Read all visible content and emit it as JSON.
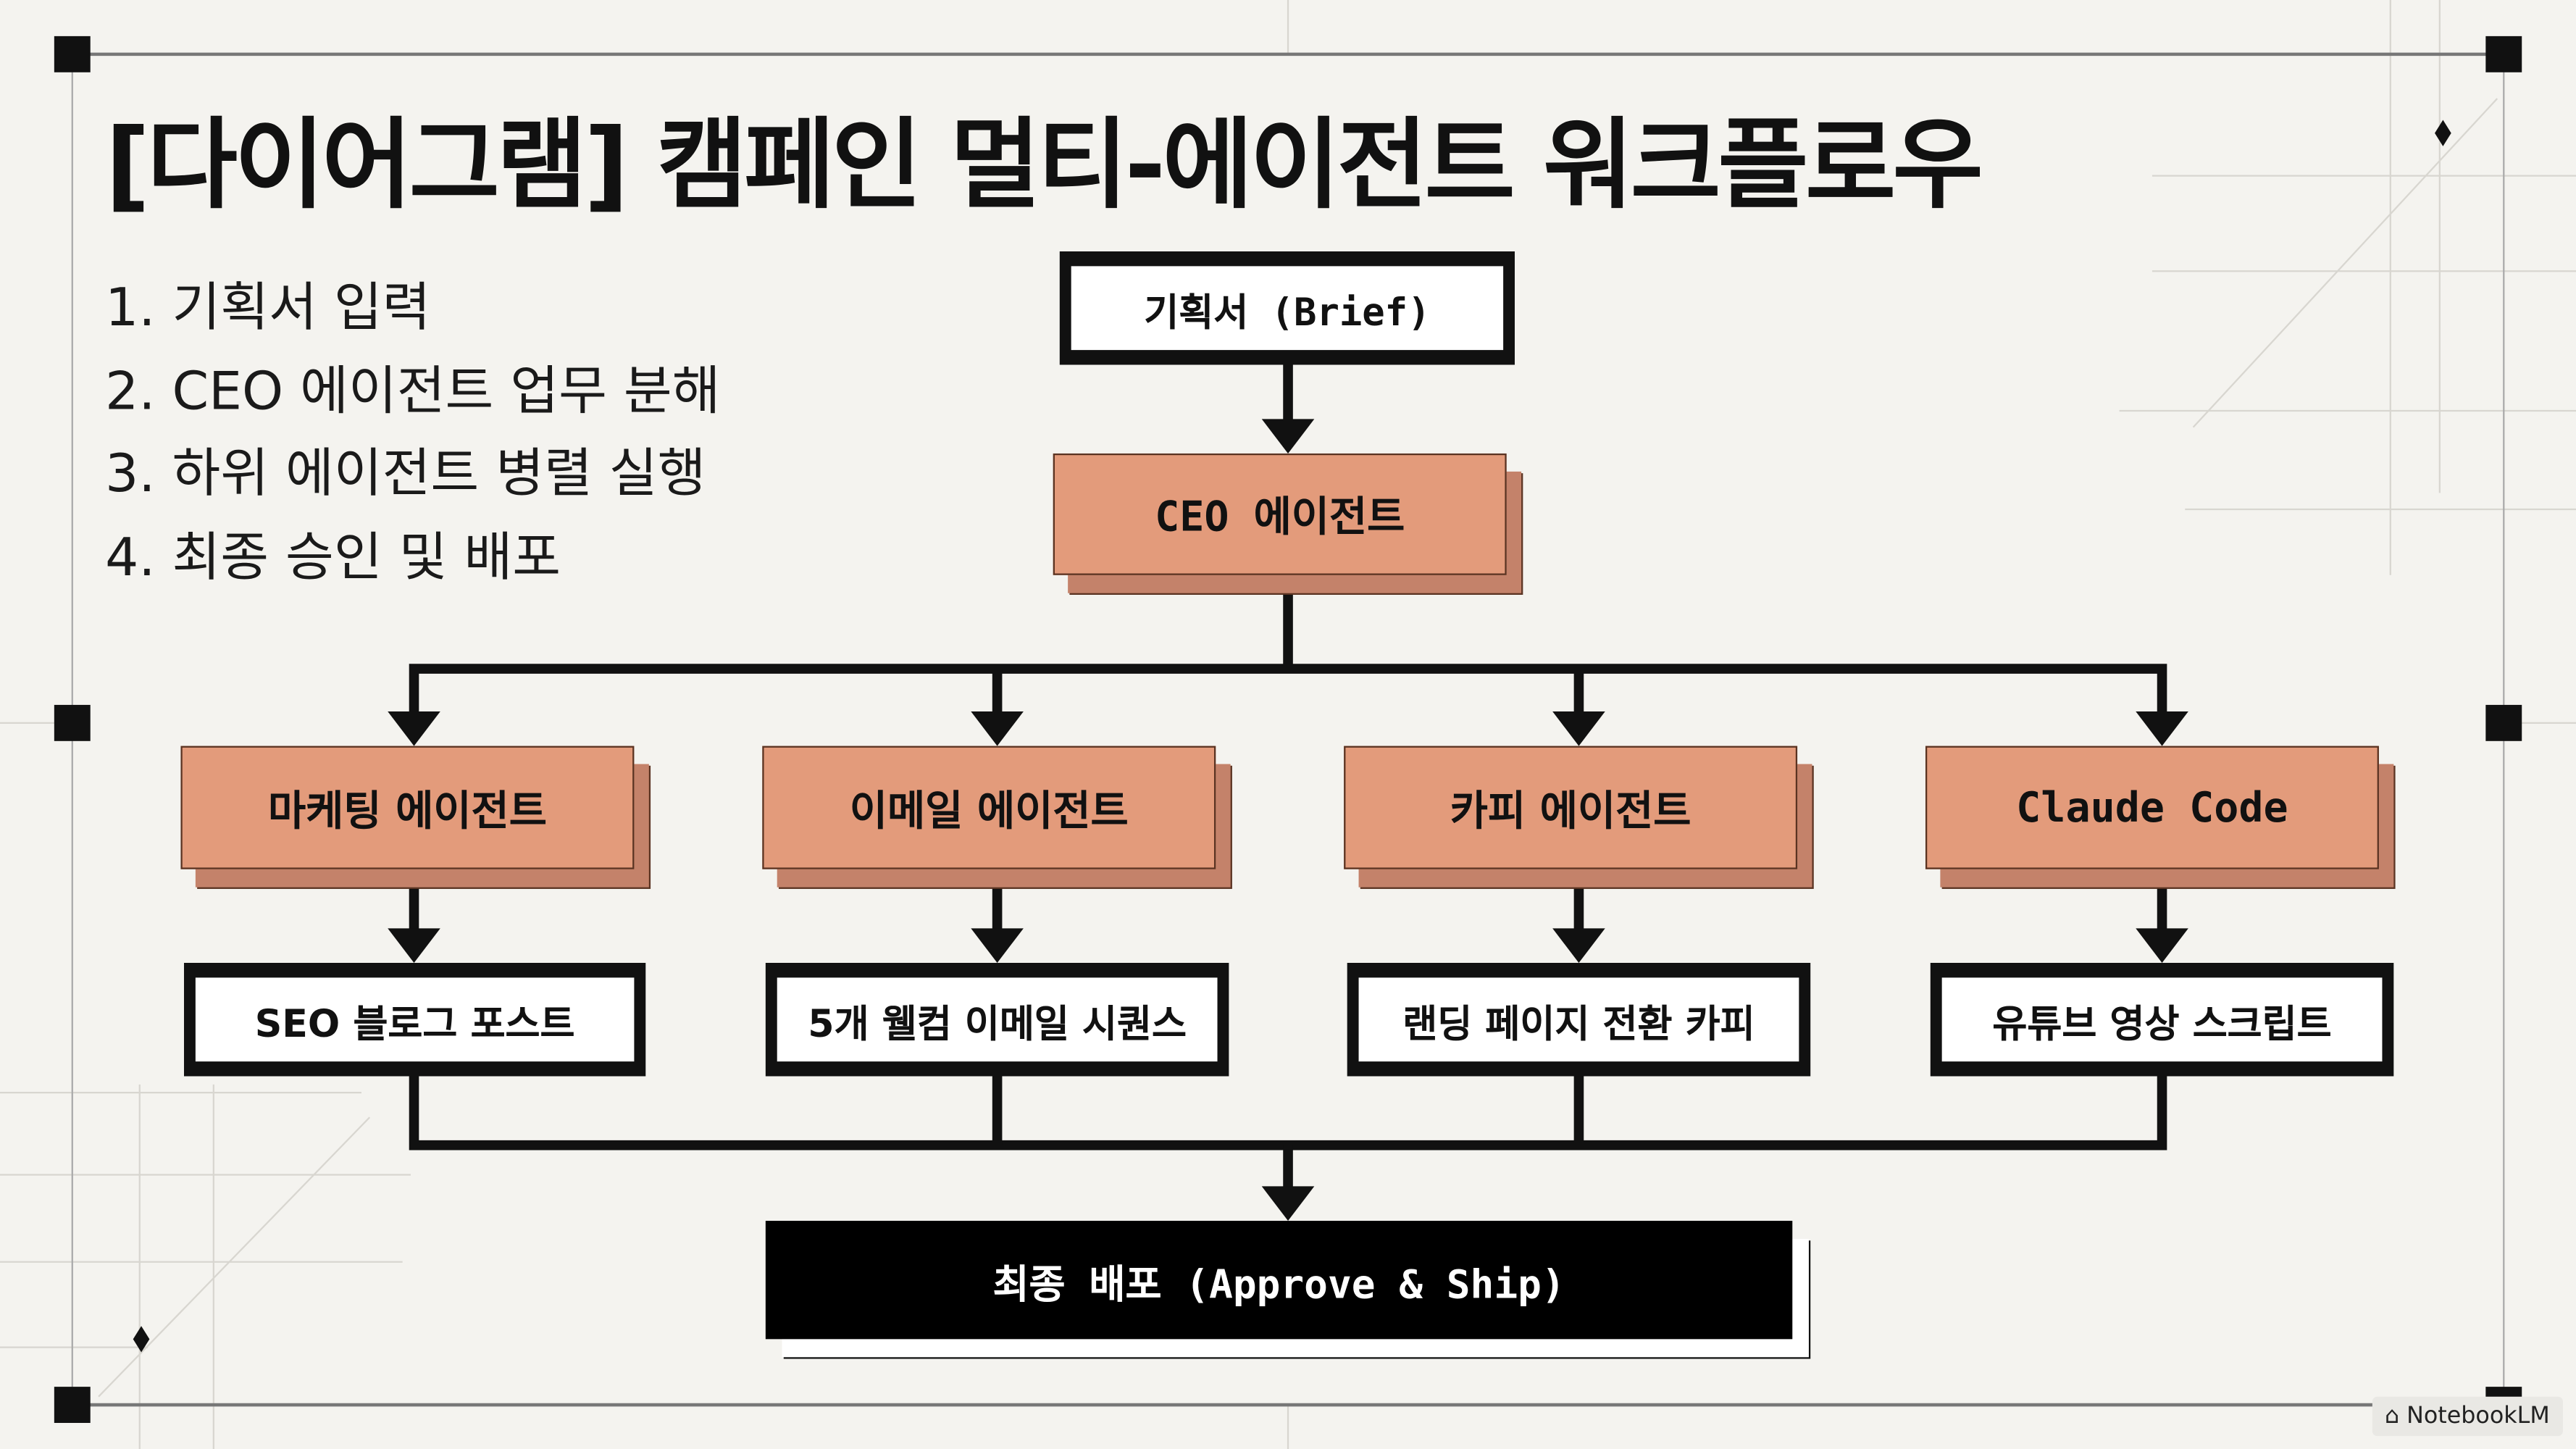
{
  "title": "[다이어그램] 캠페인 멀티-에이전트 워크플로우",
  "steps": [
    "1. 기획서 입력",
    "2. CEO 에이전트 업무 분해",
    "3. 하위 에이전트 병렬 실행",
    "4. 최종 승인 및 배포"
  ],
  "brief": "기획서 (Brief)",
  "ceo": "CEO 에이전트",
  "agents": [
    "마케팅 에이전트",
    "이메일 에이전트",
    "카피 에이전트",
    "Claude Code"
  ],
  "outputs": [
    "SEO 블로그 포스트",
    "5개 웰컴 이메일 시퀀스",
    "랜딩 페이지 전환 카피",
    "유튜브 영상 스크립트"
  ],
  "final": "최종 배포 (Approve & Ship)",
  "watermark": "NotebookLM",
  "colors": {
    "agent": "#e39b7b",
    "background": "#f4f3ef",
    "ink": "#111111"
  }
}
